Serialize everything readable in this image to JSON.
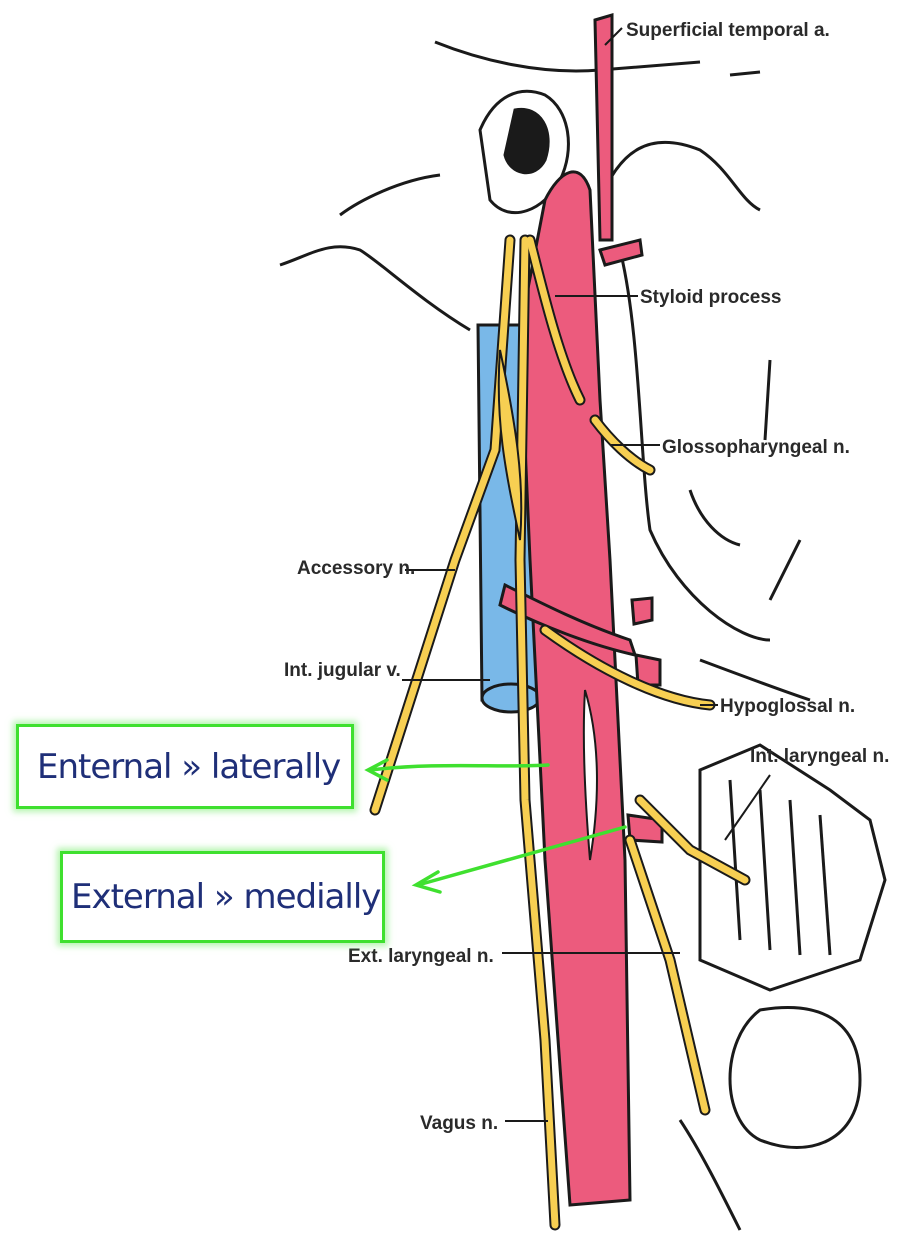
{
  "labels": {
    "superficial_temporal": "Superficial temporal a.",
    "styloid_process": "Styloid process",
    "glossopharyngeal": "Glossopharyngeal n.",
    "accessory": "Accessory n.",
    "int_jugular": "Int. jugular v.",
    "hypoglossal": "Hypoglossal n.",
    "int_laryngeal": "Int. laryngeal n.",
    "ext_laryngeal": "Ext. laryngeal n.",
    "vagus": "Vagus n."
  },
  "callouts": {
    "internal": "Enternal » laterally",
    "external": "External » medially"
  },
  "colors": {
    "artery": "#ec5b7d",
    "nerve": "#f7cf52",
    "vein": "#79b8e8",
    "callout_border": "#3fe02f",
    "callout_text": "#1f2f78",
    "arrow": "#3fe02f"
  }
}
